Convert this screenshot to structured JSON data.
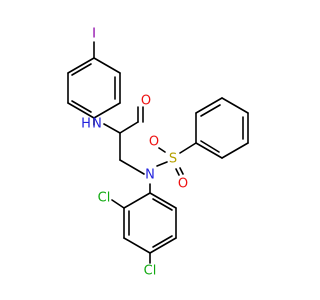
{
  "molecule": {
    "atoms": {
      "iodine": {
        "label": "I",
        "color": "#8b00a8"
      },
      "amide_nitrogen": {
        "label": "N",
        "color": "#2222dd"
      },
      "amide_hydrogen": {
        "label": "H",
        "color": "#2222dd"
      },
      "carbonyl_oxygen": {
        "label": "O",
        "color": "#ee1111"
      },
      "sulfonamide_nitrogen": {
        "label": "N",
        "color": "#2222dd"
      },
      "sulfur": {
        "label": "S",
        "color": "#b5a000"
      },
      "sulfonyl_oxygen_upper": {
        "label": "O",
        "color": "#ee1111"
      },
      "sulfonyl_oxygen_lower": {
        "label": "O",
        "color": "#ee1111"
      },
      "chlorine_ortho": {
        "label": "Cl",
        "color": "#11aa11"
      },
      "chlorine_para": {
        "label": "Cl",
        "color": "#11aa11"
      }
    },
    "bond_color": "#000000"
  }
}
